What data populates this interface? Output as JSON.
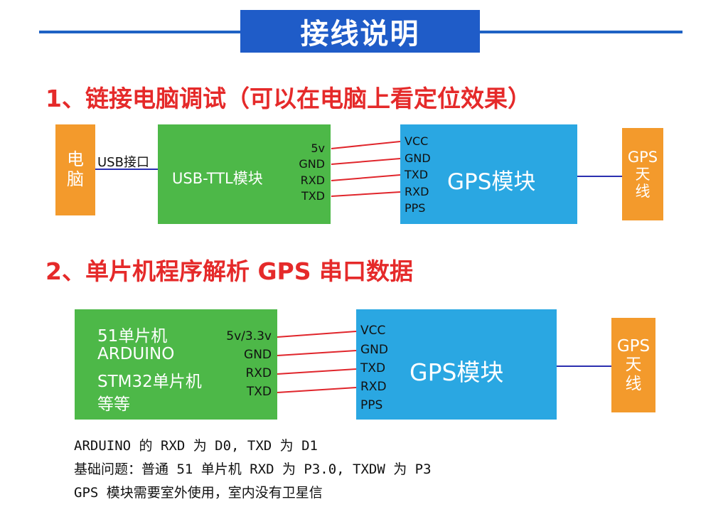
{
  "header": {
    "title": "接线说明"
  },
  "section1": {
    "title": "1、链接电脑调试（可以在电脑上看定位效果）",
    "computer_label": "电\n脑",
    "usb_label": "USB接口",
    "ttl_label": "USB-TTL模块",
    "ttl_pins": [
      "5v",
      "GND",
      "RXD",
      "TXD"
    ],
    "gps_pins": [
      "VCC",
      "GND",
      "TXD",
      "RXD",
      "PPS"
    ],
    "gps_label": "GPS模块",
    "antenna_label": "GPS\n天\n线"
  },
  "section2": {
    "title": "2、单片机程序解析 GPS 串口数据",
    "mcu_lines": [
      "51单片机",
      "ARDUINO",
      "STM32单片机",
      "等等"
    ],
    "mcu_pins": [
      "5v/3.3v",
      "GND",
      "RXD",
      "TXD"
    ],
    "gps_pins": [
      "VCC",
      "GND",
      "TXD",
      "RXD",
      "PPS"
    ],
    "gps_label": "GPS模块",
    "antenna_label": "GPS\n天\n线"
  },
  "notes": [
    "ARDUINO 的 RXD 为 D0, TXD 为 D1",
    "基础问题：普通 51 单片机 RXD 为 P3.0, TXDW 为 P3",
    "GPS 模块需要室外使用，室内没有卫星信"
  ],
  "colors": {
    "header_blue": "#1f5cc8",
    "section_red": "#e52a2a",
    "box_orange": "#f39a2c",
    "box_green": "#4db848",
    "box_blue": "#2aa7e2",
    "wire_red": "#e0262c",
    "wire_blue": "#2b2fb0"
  }
}
